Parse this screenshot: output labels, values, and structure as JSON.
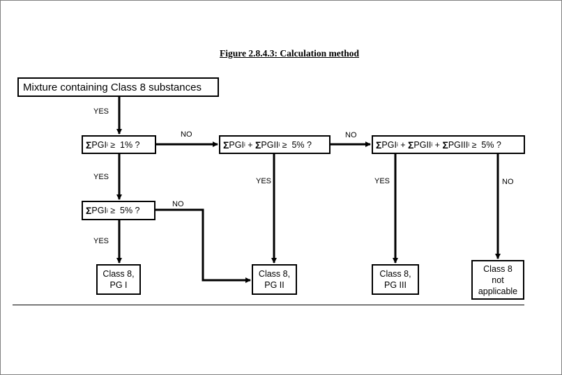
{
  "title": "Figure 2.8.4.3: Calculation method",
  "nodes": {
    "start": "Mixture containing Class 8 substances",
    "cond1": {
      "sym": "Σ",
      "a": "PGI",
      "sub": "i",
      "rest": " ≥  1% ?"
    },
    "cond2": {
      "sym1": "Σ",
      "a": "PGI",
      "sub1": "i",
      "plus": " + ",
      "sym2": "Σ",
      "b": "PGII",
      "sub2": "i",
      "rest": " ≥  5% ?"
    },
    "cond3": {
      "sym1": "Σ",
      "a": "PGI",
      "sub1": "i",
      "plus1": " + ",
      "sym2": "Σ",
      "b": "PGII",
      "sub2": "i",
      "plus2": " + ",
      "sym3": "Σ",
      "c": "PGIII",
      "sub3": "i",
      "rest": " ≥  5% ?"
    },
    "cond4": {
      "sym": "Σ",
      "a": "PGI",
      "sub": "i",
      "rest": " ≥  5% ?"
    },
    "res1": {
      "line1": "Class 8,",
      "line2": "PG I"
    },
    "res2": {
      "line1": "Class 8,",
      "line2": "PG II"
    },
    "res3": {
      "line1": "Class 8,",
      "line2": "PG III"
    },
    "res4": {
      "line1": "Class 8",
      "line2": "not",
      "line3": "applicable"
    }
  },
  "edge_labels": {
    "start_to_c1": "YES",
    "c1_to_c2": "NO",
    "c2_to_c3": "NO",
    "c1_to_c4": "YES",
    "c4_to_r2": "NO",
    "c2_to_r2": "YES",
    "c3_to_r3": "YES",
    "c3_to_r4": "NO",
    "c4_to_r1": "YES"
  }
}
